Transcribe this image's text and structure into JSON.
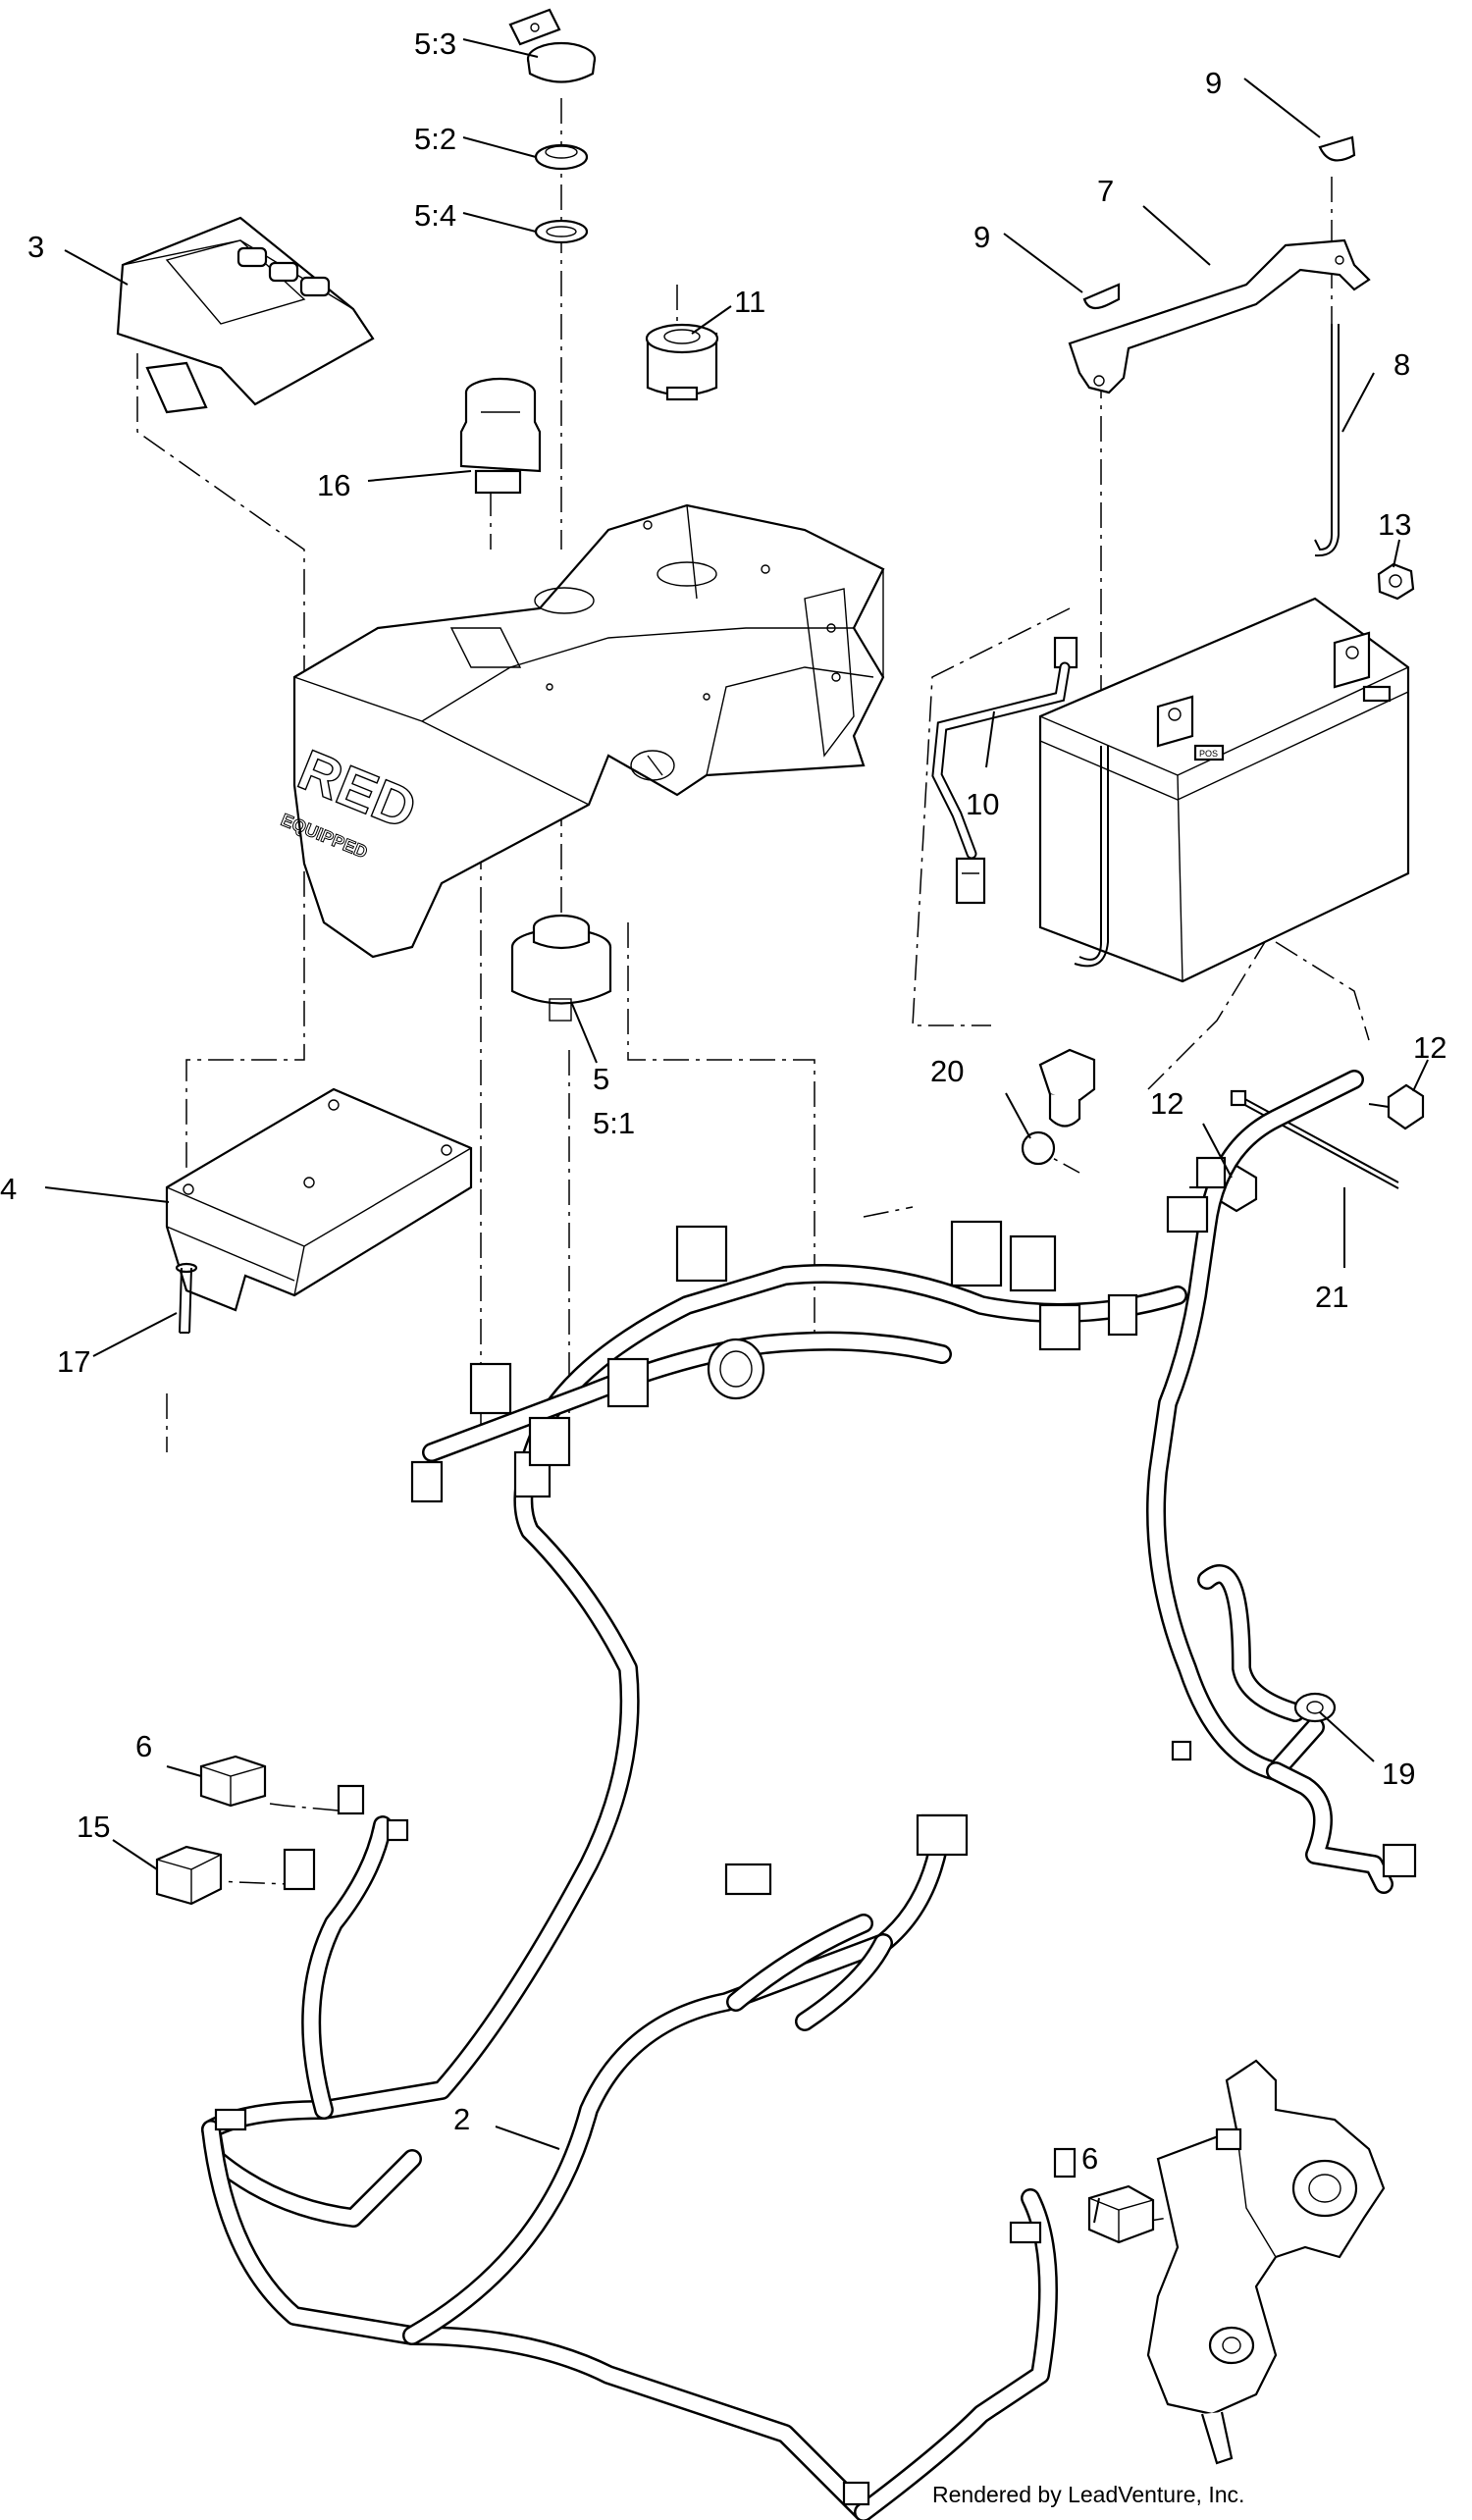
{
  "diagram": {
    "callouts": [
      {
        "id": "c-5-3",
        "text": "5:3"
      },
      {
        "id": "c-5-2",
        "text": "5:2"
      },
      {
        "id": "c-5-4",
        "text": "5:4"
      },
      {
        "id": "c-9a",
        "text": "9"
      },
      {
        "id": "c-9b",
        "text": "9"
      },
      {
        "id": "c-7",
        "text": "7"
      },
      {
        "id": "c-3",
        "text": "3"
      },
      {
        "id": "c-11",
        "text": "11"
      },
      {
        "id": "c-8",
        "text": "8"
      },
      {
        "id": "c-16",
        "text": "16"
      },
      {
        "id": "c-13",
        "text": "13"
      },
      {
        "id": "c-10",
        "text": "10"
      },
      {
        "id": "c-5",
        "text": "5"
      },
      {
        "id": "c-5-1",
        "text": "5:1"
      },
      {
        "id": "c-20",
        "text": "20"
      },
      {
        "id": "c-12a",
        "text": "12"
      },
      {
        "id": "c-12b",
        "text": "12"
      },
      {
        "id": "c-4",
        "text": "4"
      },
      {
        "id": "c-21",
        "text": "21"
      },
      {
        "id": "c-17",
        "text": "17"
      },
      {
        "id": "c-6a",
        "text": "6"
      },
      {
        "id": "c-15",
        "text": "15"
      },
      {
        "id": "c-19",
        "text": "19"
      },
      {
        "id": "c-2",
        "text": "2"
      },
      {
        "id": "c-6b",
        "text": "6"
      }
    ],
    "embossed_brand": "RED",
    "embossed_sub": "EQUIPPED",
    "battery_tag": "POS",
    "credit": "Rendered by LeadVenture, Inc."
  }
}
